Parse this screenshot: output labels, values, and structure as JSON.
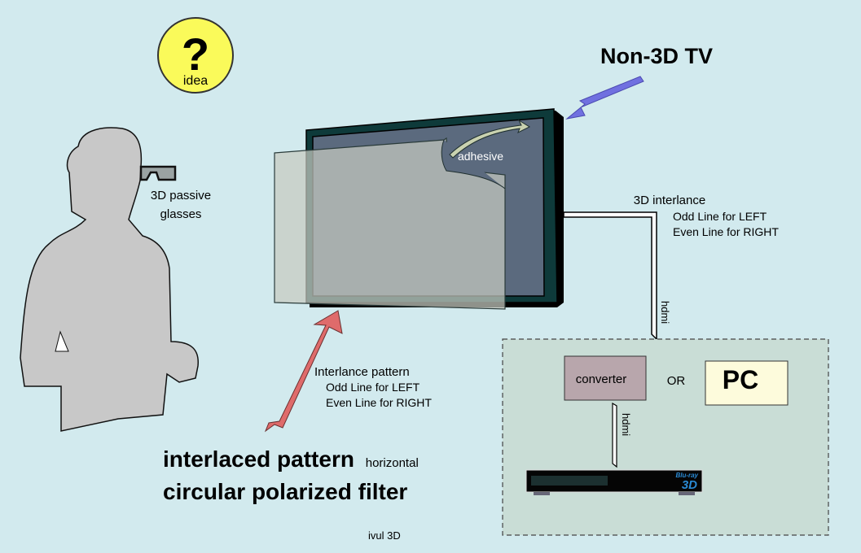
{
  "title": "Non-3D TV",
  "idea_badge": {
    "symbol": "?",
    "label": "idea"
  },
  "person": {
    "glasses_label_line1": "3D passive",
    "glasses_label_line2": "glasses"
  },
  "tv": {
    "adhesive_label": "adhesive"
  },
  "cable_top": {
    "title": "3D interlance",
    "line1": "Odd Line for LEFT",
    "line2": "Even Line for RIGHT",
    "cable_label": "hdmi"
  },
  "filter_note": {
    "title": "Interlance pattern",
    "line1": "Odd Line for LEFT",
    "line2": "Even Line for RIGHT"
  },
  "caption": {
    "line1_main": "interlaced pattern",
    "line1_small": "horizontal",
    "line2": "circular polarized filter"
  },
  "source_box": {
    "converter_label": "converter",
    "or_label": "OR",
    "pc_label": "PC",
    "cable_label": "hdmi",
    "player_brand": "Blu-ray",
    "player_badge": "3D"
  },
  "credit": "ivul 3D",
  "colors": {
    "background": "#d2eaee",
    "tv_frame": "#0e3a3a",
    "tv_screen": "#5b6a7e",
    "filter": "#b9beb5",
    "person": "#c8c8c8",
    "idea_fill": "#fafa5a",
    "converter_fill": "#b8a6ac",
    "pc_fill": "#fdfbdc",
    "source_area": "#c9ddd6",
    "arrow_red": "#df6b6b",
    "arrow_blue": "#7070e0",
    "bluray_blue": "#2a8ad4"
  }
}
